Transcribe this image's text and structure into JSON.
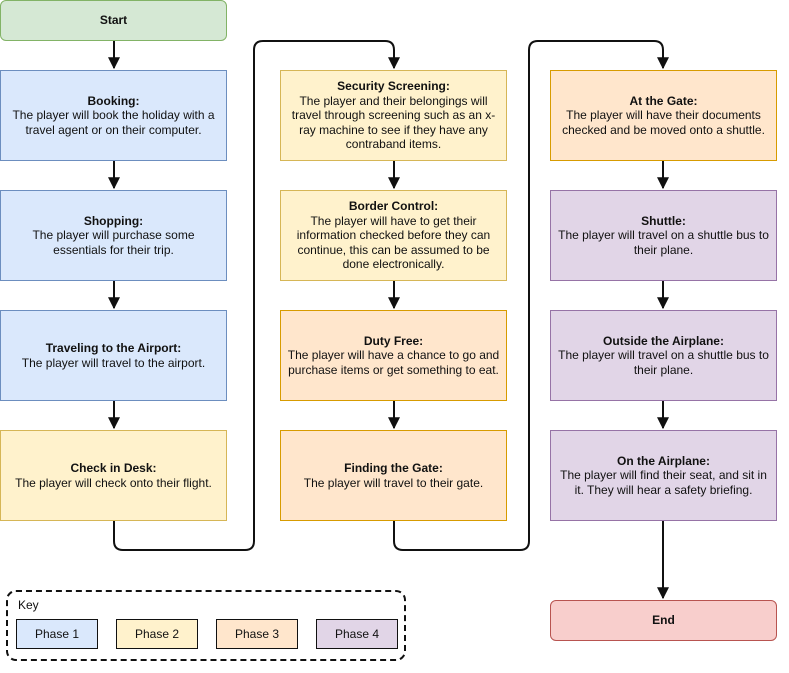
{
  "start": {
    "label": "Start"
  },
  "end": {
    "label": "End"
  },
  "steps": [
    {
      "title": "Booking:",
      "text": "The player will book the holiday with a travel agent or on their computer.",
      "phase": "Phase 1"
    },
    {
      "title": "Shopping:",
      "text": "The player will purchase some essentials for their trip.",
      "phase": "Phase 1"
    },
    {
      "title": "Traveling to the Airport:",
      "text": "The player will travel to the airport.",
      "phase": "Phase 1"
    },
    {
      "title": "Check in Desk:",
      "text": "The player will check onto their flight.",
      "phase": "Phase 2"
    },
    {
      "title": "Security Screening:",
      "text": "The player and their belongings will travel through screening such as an x-ray machine to see if they have any contraband items.",
      "phase": "Phase 2"
    },
    {
      "title": "Border Control:",
      "text": "The player will have to get their information checked before they can continue, this can be assumed to be done electronically.",
      "phase": "Phase 2"
    },
    {
      "title": "Duty Free:",
      "text": "The player will have a chance to go and purchase items or get something to eat.",
      "phase": "Phase 3"
    },
    {
      "title": "Finding the Gate:",
      "text": "The player will travel to their gate.",
      "phase": "Phase 3"
    },
    {
      "title": "At the Gate:",
      "text": "The player will have their documents checked and be moved onto a shuttle.",
      "phase": "Phase 3"
    },
    {
      "title": "Shuttle:",
      "text": "The player will travel on a shuttle bus to their plane.",
      "phase": "Phase 4"
    },
    {
      "title": "Outside the Airplane:",
      "text": "The player will travel on a shuttle bus to their plane.",
      "phase": "Phase 4"
    },
    {
      "title": "On the Airplane:",
      "text": "The player will find their seat, and sit in it. They will hear a safety briefing.",
      "phase": "Phase 4"
    }
  ],
  "key": {
    "title": "Key",
    "items": [
      {
        "label": "Phase 1",
        "fill": "#dae8fc",
        "stroke": "#6c8ebf"
      },
      {
        "label": "Phase 2",
        "fill": "#fff2cc",
        "stroke": "#d6b656"
      },
      {
        "label": "Phase 3",
        "fill": "#ffe6cc",
        "stroke": "#d79b00"
      },
      {
        "label": "Phase 4",
        "fill": "#e1d5e7",
        "stroke": "#9673a6"
      }
    ]
  },
  "colors": {
    "start_fill": "#d5e8d4",
    "end_fill": "#f8cecc",
    "connector": "#111111"
  }
}
